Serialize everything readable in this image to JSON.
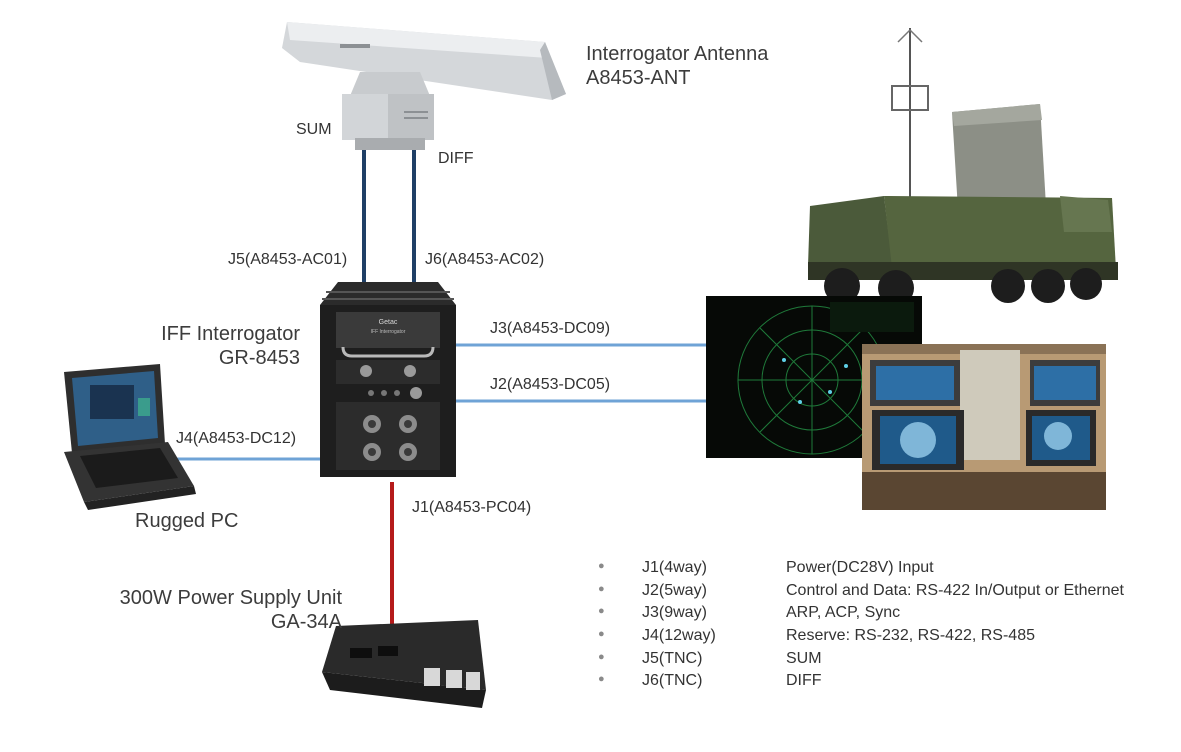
{
  "antenna": {
    "title": "Interrogator Antenna",
    "model": "A8453-ANT",
    "port_sum": "SUM",
    "port_diff": "DIFF"
  },
  "interrogator": {
    "title": "IFF Interrogator",
    "model": "GR-8453",
    "front_brand": "Getac",
    "front_label": "IFF Interrogator"
  },
  "cables": {
    "j5": "J5(A8453-AC01)",
    "j6": "J6(A8453-AC02)",
    "j3": "J3(A8453-DC09)",
    "j2": "J2(A8453-DC05)",
    "j4": "J4(A8453-DC12)",
    "j1": "J1(A8453-PC04)"
  },
  "pc": {
    "title": "Rugged PC"
  },
  "psu": {
    "title": "300W Power Supply Unit",
    "model": "GA-34A"
  },
  "legend": [
    {
      "code": "J1(4way)",
      "desc": "Power(DC28V) Input"
    },
    {
      "code": "J2(5way)",
      "desc": "Control and Data: RS-422 In/Output or Ethernet"
    },
    {
      "code": "J3(9way)",
      "desc": "ARP, ACP, Sync"
    },
    {
      "code": "J4(12way)",
      "desc": "Reserve: RS-232, RS-422, RS-485"
    },
    {
      "code": "J5(TNC)",
      "desc": "SUM"
    },
    {
      "code": "J6(TNC)",
      "desc": "DIFF"
    }
  ],
  "colors": {
    "rf_cable": "#1f3f66",
    "data_cable": "#6fa3d6",
    "power_cable": "#b51a1a",
    "bullet": "#8a8a8a"
  }
}
